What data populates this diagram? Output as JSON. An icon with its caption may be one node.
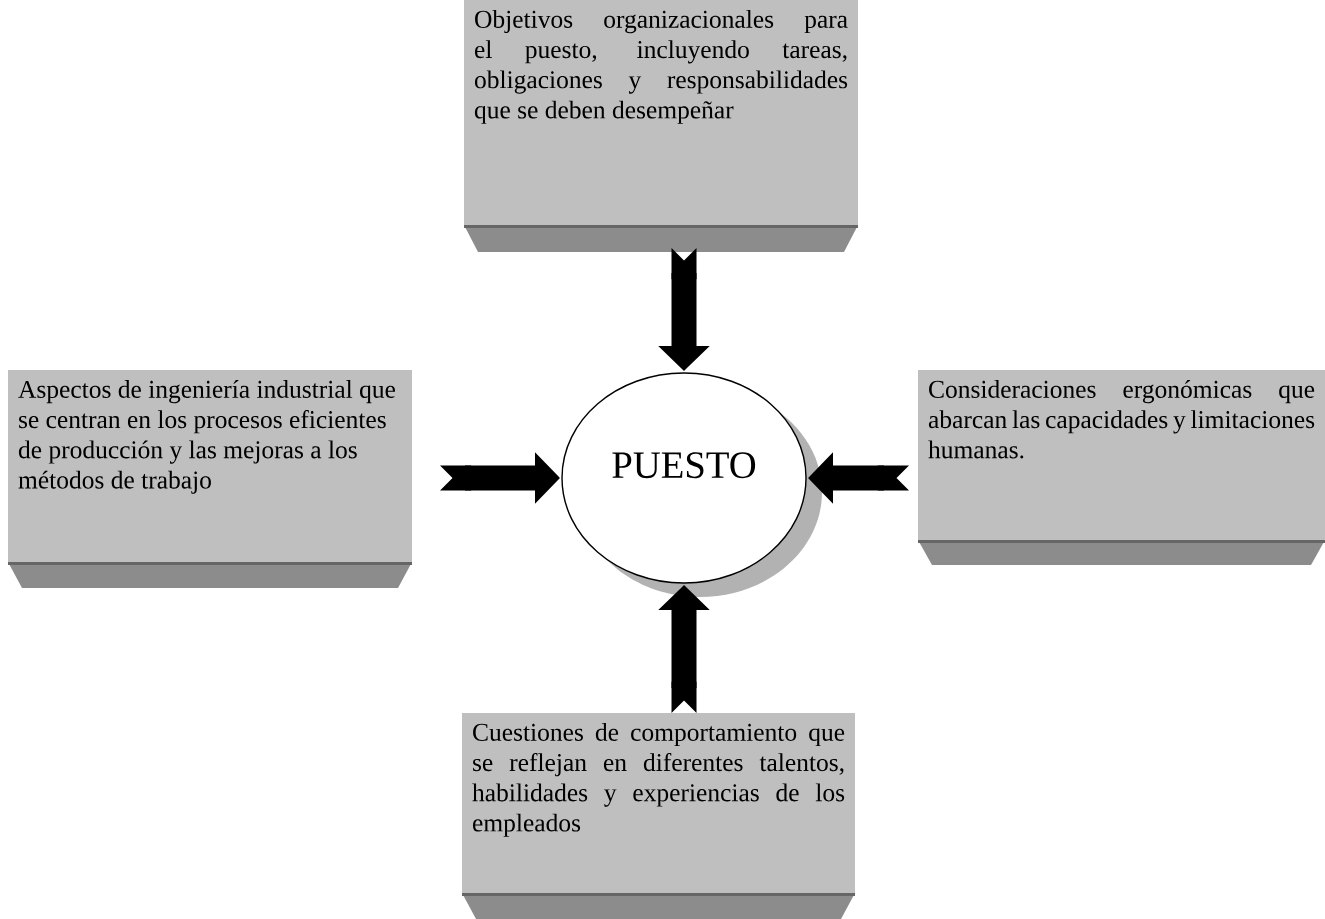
{
  "diagram": {
    "nodes": [
      {
        "text": [
          "Objetivos organizacionales para el puesto, incluyendo tareas, obligaciones y responsabilidades que se deben desempeñar"
        ]
      },
      {
        "text": [
          "Aspectos de ingeniería industrial que se centran en los procesos eficientes de producción y las mejoras a los métodos de trabajo"
        ]
      },
      {
        "text": [
          "PUESTO"
        ]
      },
      {
        "text": [
          "Consideraciones ergonómicas que abarcan las capacidades y limitaciones humanas."
        ]
      },
      {
        "text": [
          "Cuestiones de comportamiento que se reflejan en diferentes talentos, habilidades y experiencias de los empleados"
        ]
      }
    ],
    "edges": [
      {
        "from": 0,
        "to": 2,
        "arrow": "to"
      },
      {
        "from": 1,
        "to": 2,
        "arrow": "to"
      },
      {
        "from": 3,
        "to": 2,
        "arrow": "to"
      },
      {
        "from": 4,
        "to": 2,
        "arrow": "to"
      }
    ]
  }
}
